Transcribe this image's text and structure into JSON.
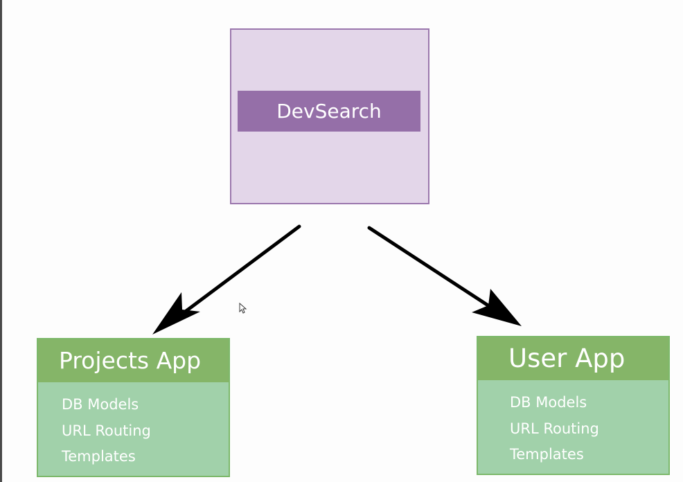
{
  "diagram": {
    "root": {
      "label": "DevSearch"
    },
    "apps": [
      {
        "title": "Projects App",
        "items": [
          "DB Models",
          "URL Routing",
          "Templates"
        ]
      },
      {
        "title": "User App",
        "items": [
          "DB Models",
          "URL Routing",
          "Templates"
        ]
      }
    ]
  },
  "colors": {
    "root_fill": "#e3d6e9",
    "root_border": "#9b77ad",
    "root_label_fill": "#956fa8",
    "app_header_fill": "#85b568",
    "app_body_fill": "#a1d1aa",
    "app_border": "#7cb86a",
    "arrow": "#000000"
  },
  "icons": {
    "cursor": "mouse-pointer-icon"
  }
}
